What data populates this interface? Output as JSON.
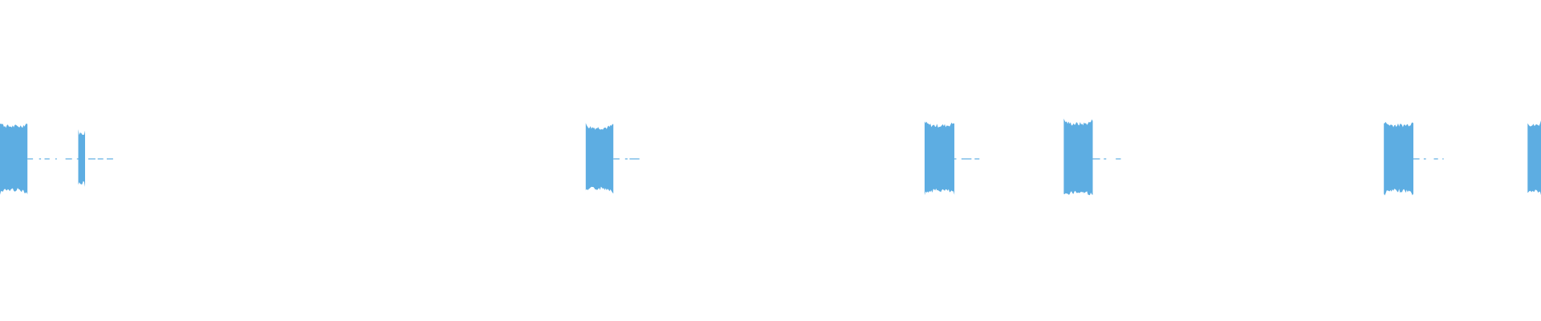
{
  "waveform": {
    "color": "#5DADE2",
    "segments": [
      {
        "start": 0.0,
        "end": 1.78,
        "amplitude": 0.9
      },
      {
        "start": 5.08,
        "end": 5.52,
        "amplitude": 0.7
      },
      {
        "start": 38.01,
        "end": 39.8,
        "amplitude": 0.86
      },
      {
        "start": 60.0,
        "end": 61.93,
        "amplitude": 0.92
      },
      {
        "start": 69.03,
        "end": 70.91,
        "amplitude": 0.97
      },
      {
        "start": 89.8,
        "end": 91.72,
        "amplitude": 0.93
      },
      {
        "start": 99.13,
        "end": 100.0,
        "amplitude": 0.93
      }
    ],
    "ticks": [
      {
        "start": 1.78,
        "end": 7.34,
        "amplitude": 0.02
      },
      {
        "start": 39.8,
        "end": 41.77,
        "amplitude": 0.02
      },
      {
        "start": 61.93,
        "end": 63.73,
        "amplitude": 0.02
      },
      {
        "start": 70.91,
        "end": 72.93,
        "amplitude": 0.02
      },
      {
        "start": 91.72,
        "end": 93.68,
        "amplitude": 0.02
      }
    ]
  }
}
